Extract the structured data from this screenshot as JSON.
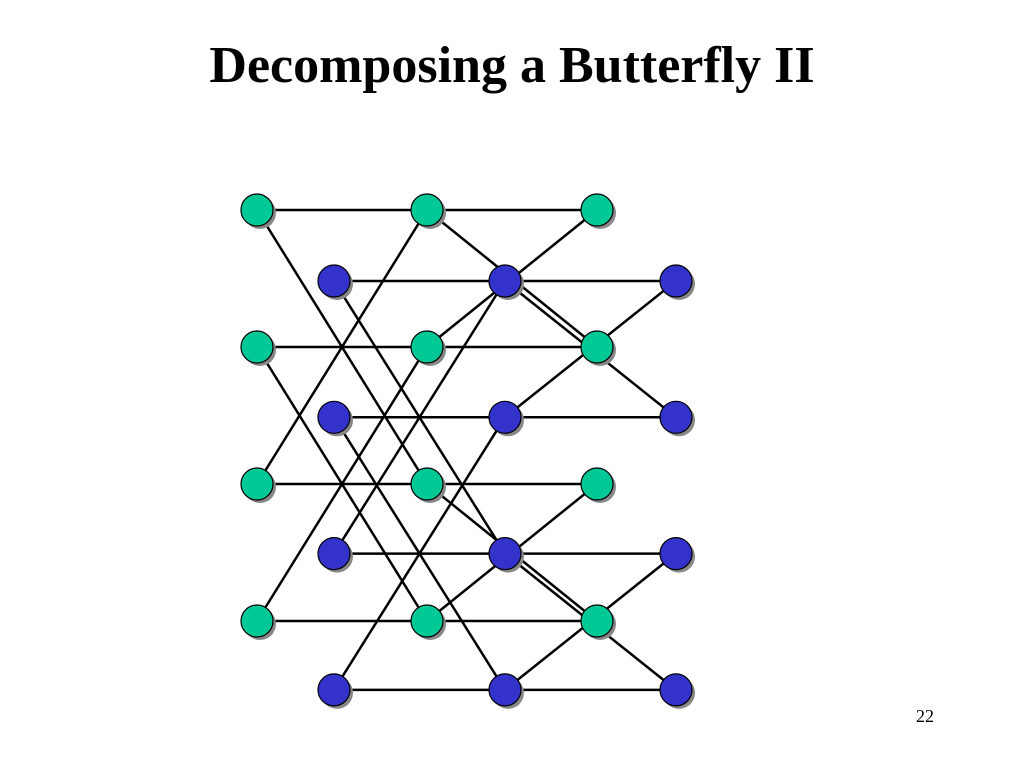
{
  "slide": {
    "title": "Decomposing a Butterfly II",
    "page_number": "22"
  },
  "colors": {
    "green_node": "#00c896",
    "blue_node": "#3333cc",
    "edge": "#000000",
    "shadow": "#888888"
  },
  "diagram": {
    "green_network": {
      "levels": 3,
      "rows": 4,
      "edges": [
        [
          0,
          0,
          1,
          0
        ],
        [
          0,
          0,
          1,
          2
        ],
        [
          0,
          1,
          1,
          1
        ],
        [
          0,
          1,
          1,
          3
        ],
        [
          0,
          2,
          1,
          2
        ],
        [
          0,
          2,
          1,
          0
        ],
        [
          0,
          3,
          1,
          3
        ],
        [
          0,
          3,
          1,
          1
        ],
        [
          1,
          0,
          2,
          0
        ],
        [
          1,
          0,
          2,
          1
        ],
        [
          1,
          1,
          2,
          1
        ],
        [
          1,
          1,
          2,
          0
        ],
        [
          1,
          2,
          2,
          2
        ],
        [
          1,
          2,
          2,
          3
        ],
        [
          1,
          3,
          2,
          3
        ],
        [
          1,
          3,
          2,
          2
        ]
      ]
    },
    "blue_network": {
      "levels": 3,
      "rows": 4,
      "edges": [
        [
          0,
          0,
          1,
          0
        ],
        [
          0,
          0,
          1,
          2
        ],
        [
          0,
          1,
          1,
          1
        ],
        [
          0,
          1,
          1,
          3
        ],
        [
          0,
          2,
          1,
          2
        ],
        [
          0,
          2,
          1,
          0
        ],
        [
          0,
          3,
          1,
          3
        ],
        [
          0,
          3,
          1,
          1
        ],
        [
          1,
          0,
          2,
          0
        ],
        [
          1,
          0,
          2,
          1
        ],
        [
          1,
          1,
          2,
          1
        ],
        [
          1,
          1,
          2,
          0
        ],
        [
          1,
          2,
          2,
          2
        ],
        [
          1,
          2,
          2,
          3
        ],
        [
          1,
          3,
          2,
          3
        ],
        [
          1,
          3,
          2,
          2
        ]
      ]
    }
  }
}
